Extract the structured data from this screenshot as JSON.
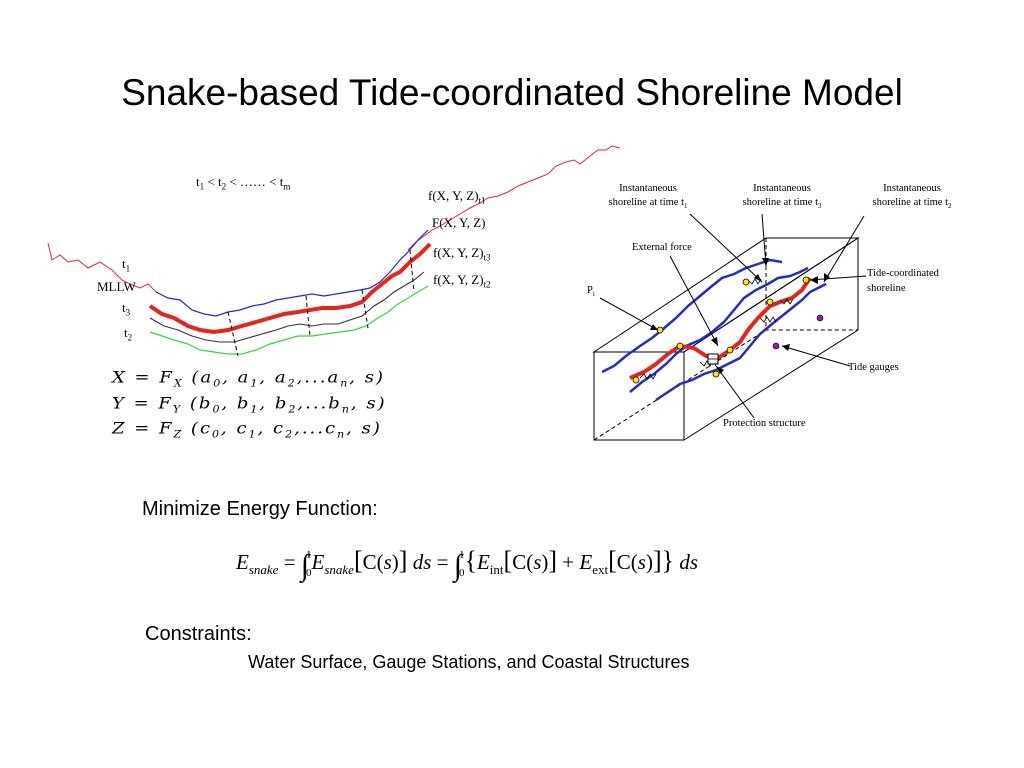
{
  "title": "Snake-based Tide-coordinated Shoreline Model",
  "left_diagram": {
    "time_order_parts": [
      "t",
      "1",
      " < t",
      "2",
      " < …… < t",
      "m"
    ],
    "labels": {
      "t1": [
        "t",
        "1"
      ],
      "mllw": "MLLW",
      "t3": [
        "t",
        "3"
      ],
      "t2": [
        "t",
        "2"
      ]
    },
    "functions": {
      "f_t1": [
        "f(X, Y, Z)",
        "t1"
      ],
      "F": "F(X, Y, Z)",
      "f_t3": [
        "f(X, Y, Z)",
        "t3"
      ],
      "f_t2": [
        "f(X, Y, Z)",
        "t2"
      ]
    },
    "equations": [
      {
        "lhs": "X = F",
        "sub": "X",
        "args": "(a",
        "terms": [
          [
            "0",
            ", a"
          ],
          [
            "1",
            ", a"
          ],
          [
            "2",
            ",...a"
          ],
          [
            "n",
            ", s)"
          ]
        ]
      },
      {
        "lhs": "Y = F",
        "sub": "Y",
        "args": "(b",
        "terms": [
          [
            "0",
            ", b"
          ],
          [
            "1",
            ", b"
          ],
          [
            "2",
            ",...b"
          ],
          [
            "n",
            ", s)"
          ]
        ]
      },
      {
        "lhs": "Z = F",
        "sub": "Z",
        "args": "(c",
        "terms": [
          [
            "0",
            ", c"
          ],
          [
            "1",
            ", c"
          ],
          [
            "2",
            ",...c"
          ],
          [
            "n",
            ", s)"
          ]
        ]
      }
    ]
  },
  "right_diagram": {
    "instant_t1": [
      "Instantaneous",
      "shoreline at time t",
      "1"
    ],
    "instant_t3": [
      "Instantaneous",
      "shoreline at time t",
      "3"
    ],
    "instant_t2": [
      "Instantaneous",
      "shoreline at time t",
      "2"
    ],
    "external_force": "External force",
    "pi": [
      "P",
      "i"
    ],
    "tide_coordinated": [
      "Tide-coordinated",
      "shoreline"
    ],
    "tide_gauges": "Tide gauges",
    "protection_structure": "Protection structure"
  },
  "energy": {
    "heading": "Minimize Energy Function:",
    "formula": {
      "e": "E",
      "snake": "snake",
      "eq": " = ",
      "int_upper": "1",
      "int_lower": "0",
      "c": "C(",
      "s": "s",
      "close": ")",
      "ds": "ds",
      "int_sub": "int",
      "ext_sub": "ext",
      "plus": " + "
    }
  },
  "constraints": {
    "heading": "Constraints:",
    "body": "Water Surface, Gauge Stations, and Coastal Structures"
  },
  "colors": {
    "red_line": "#e8241a",
    "blue_line": "#1f2bd1",
    "green_line": "#3cd43c",
    "dark_line": "#333333",
    "thin_red": "#e22a2a",
    "gauge_purple": "#9b1e9b"
  }
}
